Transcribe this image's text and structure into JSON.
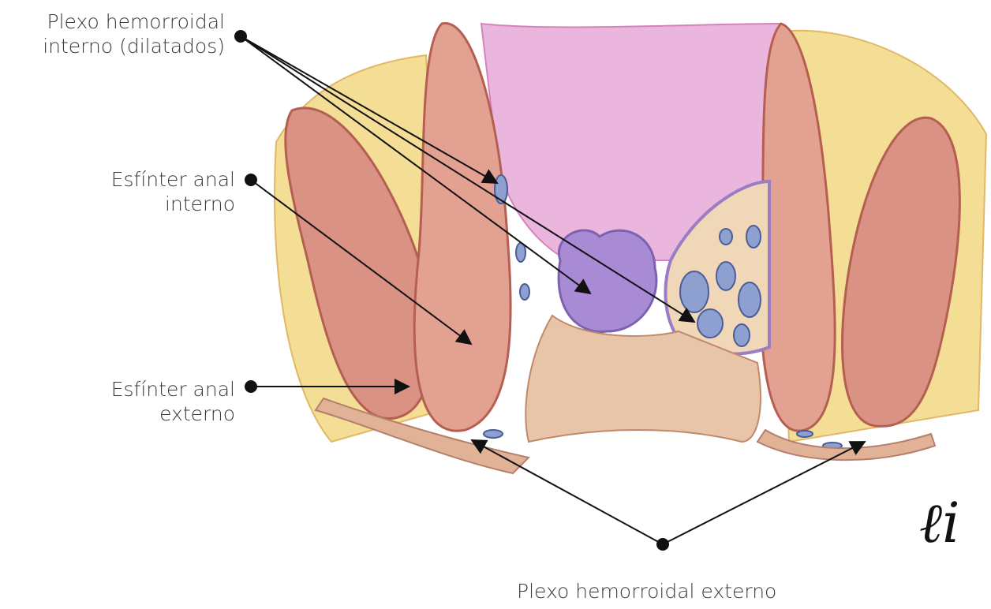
{
  "labels": {
    "internal_plexus": {
      "line1": "Plexo hemorroidal",
      "line2": "interno (dilatados)"
    },
    "internal_sphincter": {
      "line1": "Esfínter anal",
      "line2": "interno"
    },
    "external_sphincter": {
      "line1": "Esfínter anal",
      "line2": "externo"
    },
    "external_plexus": "Plexo hemorroidal externo"
  },
  "signature": "ℓi",
  "colors": {
    "muscle": "#c9776a",
    "muscle_light": "#e8b2a4",
    "fat": "#f3d98a",
    "mucosa": "#e6a8d2",
    "hemorrhoid": "#9b7cc9",
    "vein": "#7f8fc0",
    "skin": "#e7bda4",
    "line": "#111111"
  }
}
